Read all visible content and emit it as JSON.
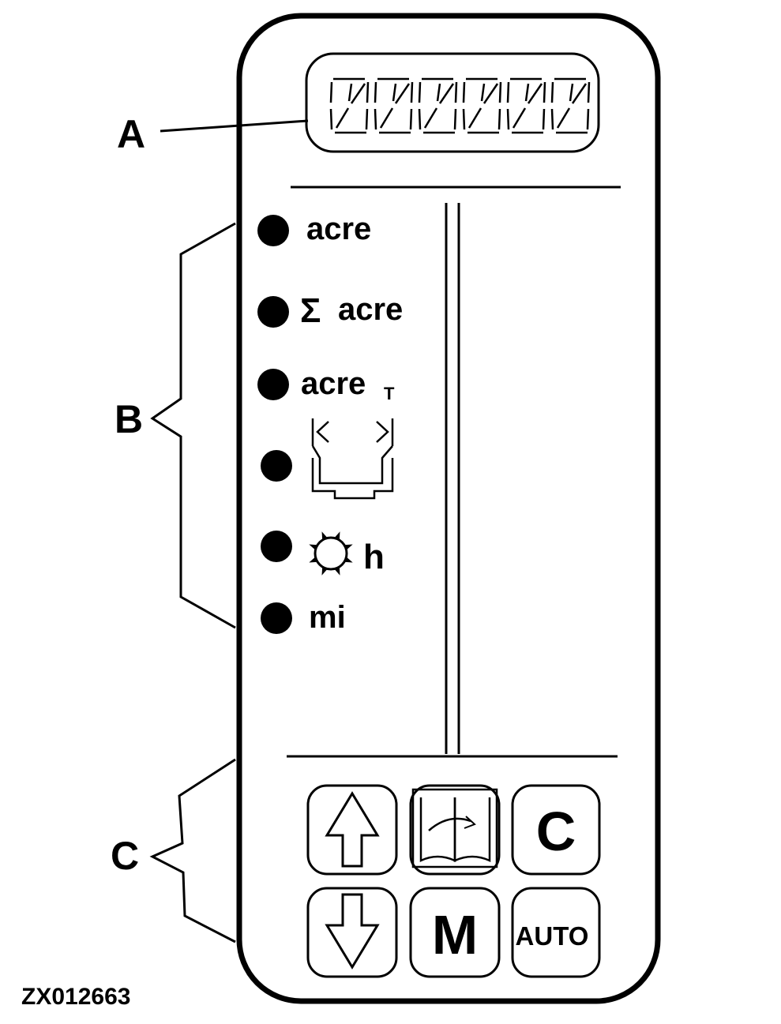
{
  "callouts": {
    "a": "A",
    "b": "B",
    "c": "C"
  },
  "indicators": [
    {
      "id": "area",
      "label": "acre"
    },
    {
      "id": "total-area",
      "sigma": "Σ",
      "label": "acre"
    },
    {
      "id": "area-per-hour",
      "label": "acre",
      "sub": "T"
    },
    {
      "id": "working-width",
      "icon": "working-width-icon"
    },
    {
      "id": "operating-hours",
      "icon": "sun-clock-icon",
      "label": "h"
    },
    {
      "id": "distance",
      "label": "mi"
    }
  ],
  "buttons": {
    "up": {
      "icon": "arrow-up-icon"
    },
    "manual": {
      "icon": "book-icon"
    },
    "clear": {
      "label": "C"
    },
    "down": {
      "icon": "arrow-down-icon"
    },
    "memory": {
      "label": "M"
    },
    "auto": {
      "label": "AUTO"
    }
  },
  "figure_id": "ZX012663",
  "colors": {
    "ink": "#000000",
    "paper": "#ffffff"
  }
}
